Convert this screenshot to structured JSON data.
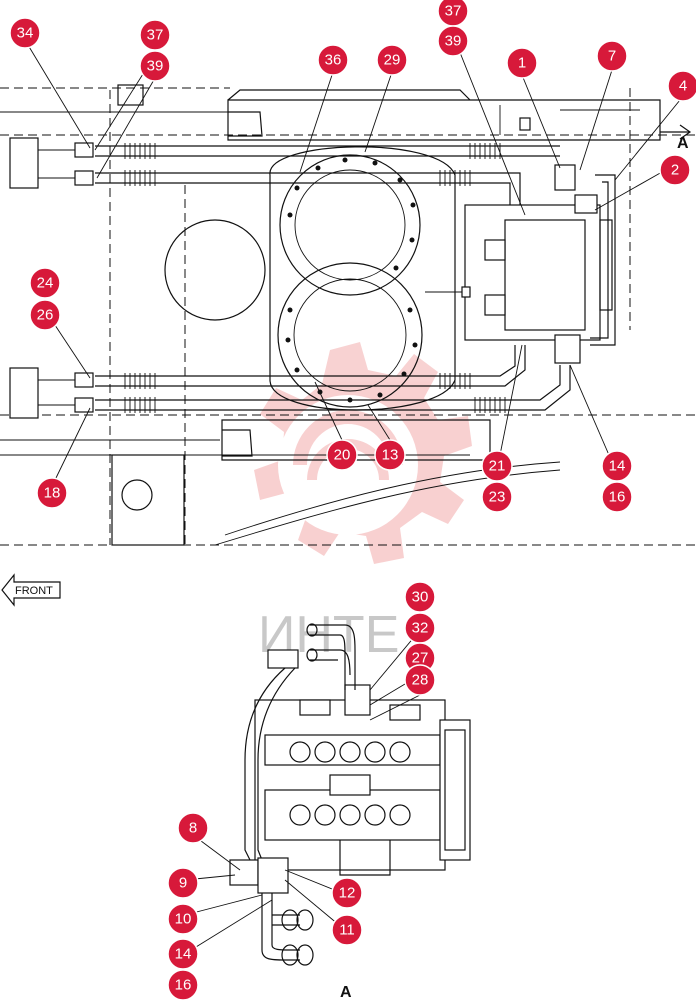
{
  "view_a_marker": "A",
  "view_a_title": "A",
  "front_label": "FRONT",
  "watermark_text": "ИНТЕ",
  "callout_labels": {
    "top_34": "34",
    "top_37": "37",
    "top_39": "39",
    "top_37b": "37",
    "top_39b": "39",
    "top_36": "36",
    "top_29": "29",
    "top_1": "1",
    "top_7": "7",
    "top_4": "4",
    "top_2": "2",
    "top_24": "24",
    "top_26": "26",
    "top_18": "18",
    "top_20": "20",
    "top_13": "13",
    "top_21": "21",
    "top_23": "23",
    "top_14": "14",
    "top_16": "16",
    "det_30": "30",
    "det_32": "32",
    "det_27": "27",
    "det_28": "28",
    "det_8": "8",
    "det_9": "9",
    "det_10": "10",
    "det_14": "14",
    "det_16": "16",
    "det_12": "12",
    "det_11": "11"
  }
}
